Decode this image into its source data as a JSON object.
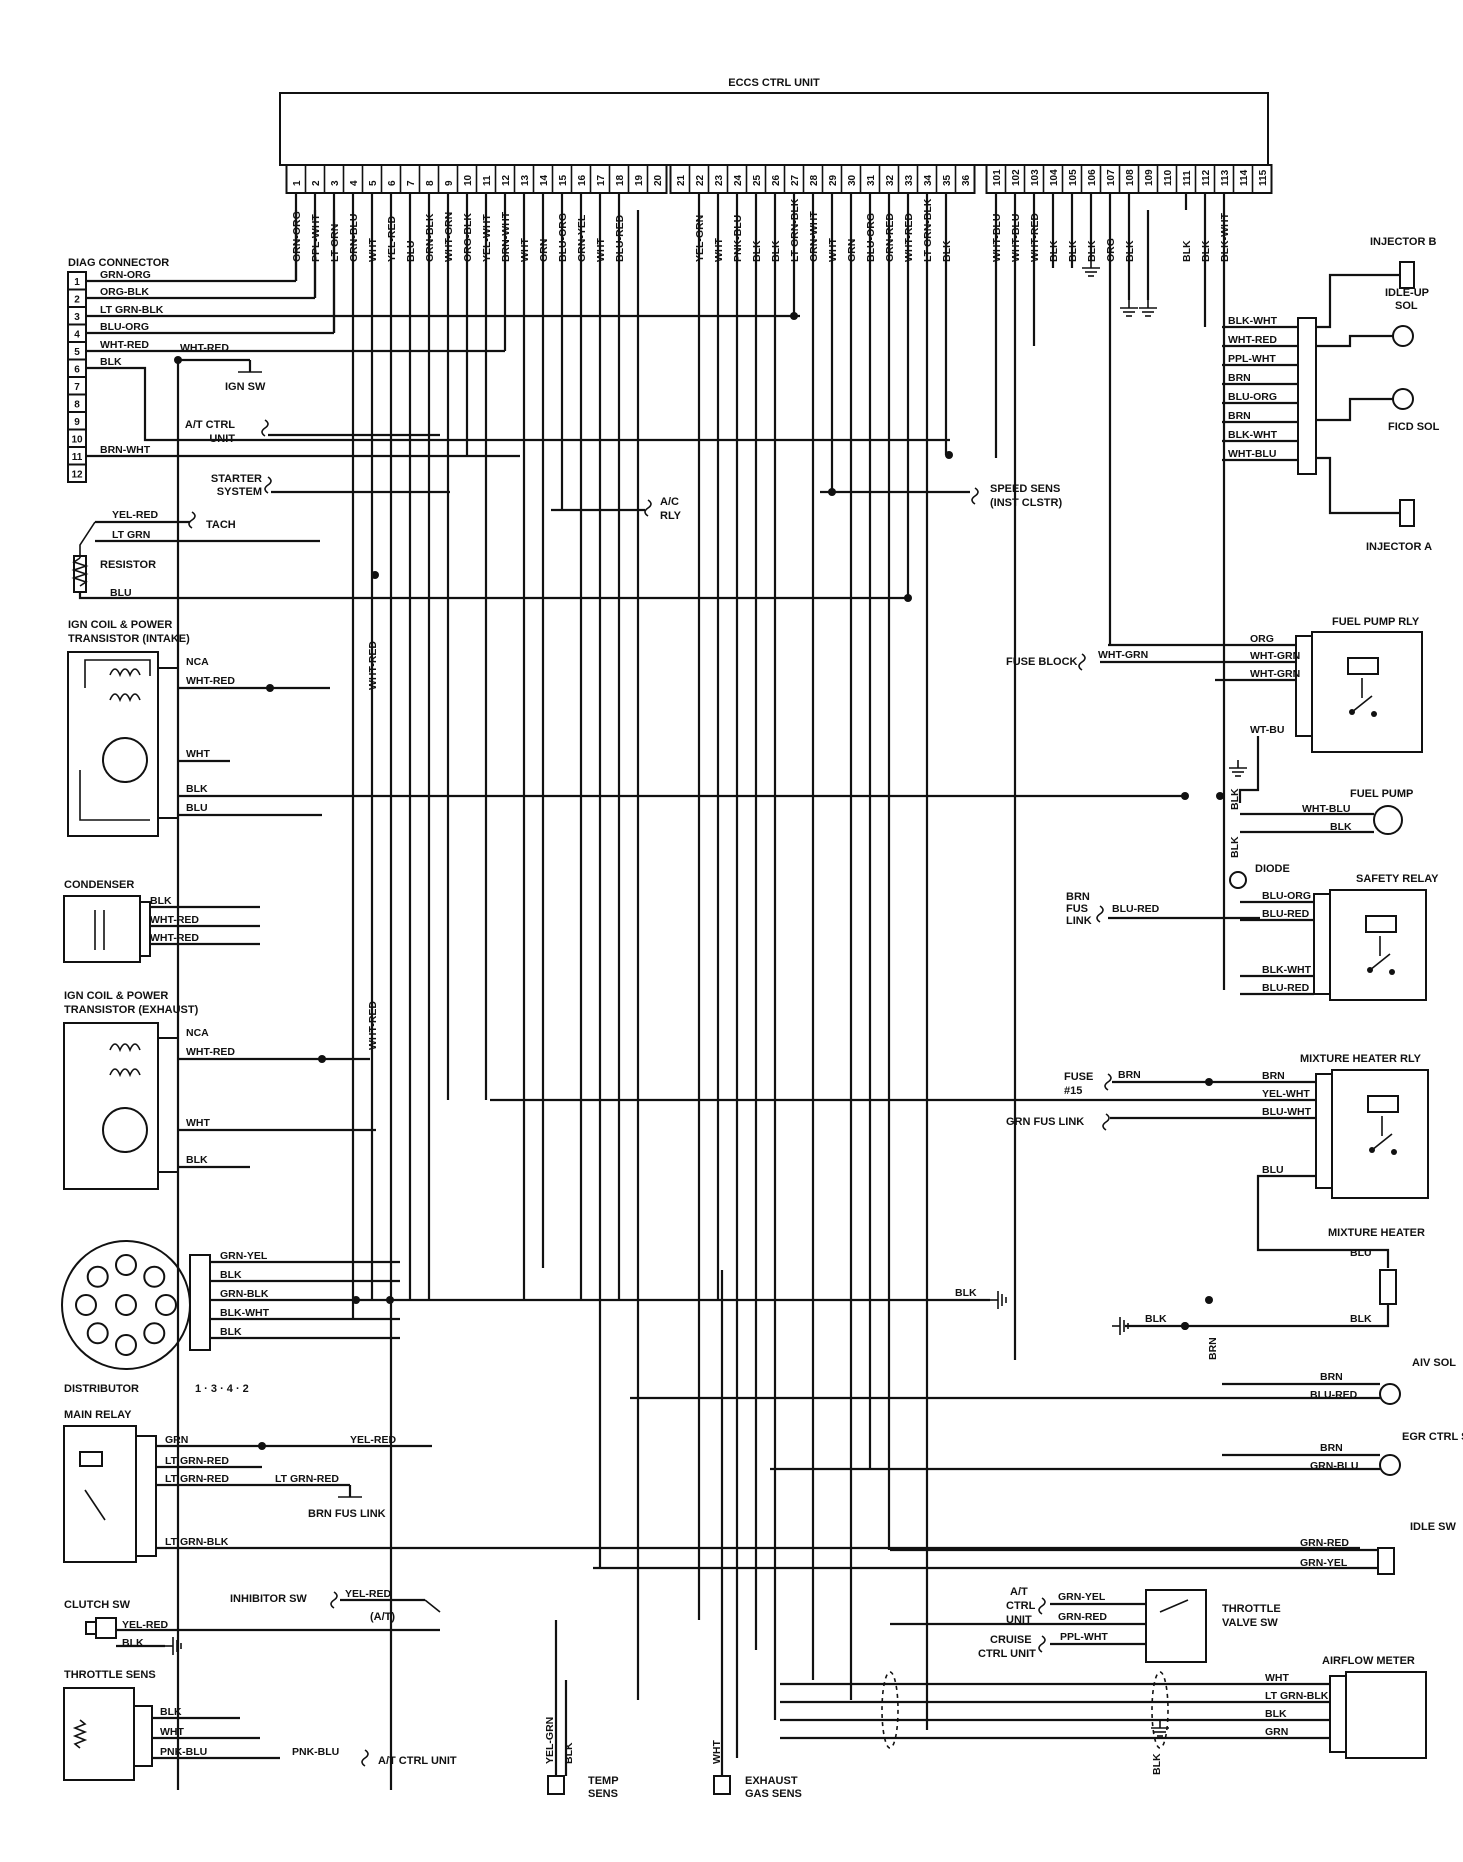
{
  "ecu": {
    "title": "ECCS CTRL UNIT",
    "pins": [
      {
        "num": "1",
        "wire": "GRN-ORG"
      },
      {
        "num": "2",
        "wire": "PPL-WHT"
      },
      {
        "num": "3",
        "wire": "LT GRN"
      },
      {
        "num": "4",
        "wire": "GRN-BLU"
      },
      {
        "num": "5",
        "wire": "WHT"
      },
      {
        "num": "6",
        "wire": "YEL-RED"
      },
      {
        "num": "7",
        "wire": "BLU"
      },
      {
        "num": "8",
        "wire": "GRN-BLK"
      },
      {
        "num": "9",
        "wire": "WHT-GRN"
      },
      {
        "num": "10",
        "wire": "ORG-BLK"
      },
      {
        "num": "11",
        "wire": "YEL-WHT"
      },
      {
        "num": "12",
        "wire": "BRN-WHT"
      },
      {
        "num": "13",
        "wire": "WHT"
      },
      {
        "num": "14",
        "wire": "GRN"
      },
      {
        "num": "15",
        "wire": "BLU-ORG"
      },
      {
        "num": "16",
        "wire": "GRN-YEL"
      },
      {
        "num": "17",
        "wire": "WHT"
      },
      {
        "num": "18",
        "wire": "BLU-RED"
      },
      {
        "num": "19",
        "wire": ""
      },
      {
        "num": "20",
        "wire": ""
      },
      {
        "num": "21",
        "wire": ""
      },
      {
        "num": "22",
        "wire": "YEL-GRN"
      },
      {
        "num": "23",
        "wire": "WHT"
      },
      {
        "num": "24",
        "wire": "PNK-BLU"
      },
      {
        "num": "25",
        "wire": "BLK"
      },
      {
        "num": "26",
        "wire": "BLK"
      },
      {
        "num": "27",
        "wire": "LT GRN-BLK"
      },
      {
        "num": "28",
        "wire": "GRN-WHT"
      },
      {
        "num": "29",
        "wire": "WHT"
      },
      {
        "num": "30",
        "wire": "GRN"
      },
      {
        "num": "31",
        "wire": "BLU-ORG"
      },
      {
        "num": "32",
        "wire": "GRN-RED"
      },
      {
        "num": "33",
        "wire": "WHT-RED"
      },
      {
        "num": "34",
        "wire": "LT GRN-BLK"
      },
      {
        "num": "35",
        "wire": "BLK"
      },
      {
        "num": "36",
        "wire": ""
      },
      {
        "num": "101",
        "wire": "WHT-BLU"
      },
      {
        "num": "102",
        "wire": "WHT-BLU"
      },
      {
        "num": "103",
        "wire": "WHT-RED"
      },
      {
        "num": "104",
        "wire": "BLK"
      },
      {
        "num": "105",
        "wire": "BLK"
      },
      {
        "num": "106",
        "wire": "BLK"
      },
      {
        "num": "107",
        "wire": "ORG"
      },
      {
        "num": "108",
        "wire": "BLK"
      },
      {
        "num": "109",
        "wire": ""
      },
      {
        "num": "110",
        "wire": ""
      },
      {
        "num": "111",
        "wire": "BLK"
      },
      {
        "num": "112",
        "wire": "BLK"
      },
      {
        "num": "113",
        "wire": "BLK-WHT"
      },
      {
        "num": "114",
        "wire": ""
      },
      {
        "num": "115",
        "wire": ""
      }
    ]
  },
  "diag": {
    "title": "DIAG CONNECTOR",
    "terms": [
      "1",
      "2",
      "3",
      "4",
      "5",
      "6",
      "7",
      "8",
      "9",
      "10",
      "11",
      "12"
    ],
    "wires": [
      {
        "term": "1",
        "wire": "GRN-ORG"
      },
      {
        "term": "2",
        "wire": "ORG-BLK"
      },
      {
        "term": "3",
        "wire": "LT GRN-BLK"
      },
      {
        "term": "4",
        "wire": "BLU-ORG"
      },
      {
        "term": "5",
        "wire": "WHT-RED"
      },
      {
        "term": "6",
        "wire": "BLK"
      },
      {
        "term": "11",
        "wire": "BRN-WHT"
      }
    ],
    "ign_wire": "WHT-RED",
    "ign_sw": "IGN SW"
  },
  "left_refs": {
    "at_ctrl": [
      "A/T CTRL",
      "UNIT"
    ],
    "starter": [
      "STARTER",
      "SYSTEM"
    ],
    "tach_wire": "YEL-RED",
    "tach": "TACH",
    "lt_grn": "LT GRN",
    "resistor": "RESISTOR",
    "blu": "BLU",
    "ac_rly": [
      "A/C",
      "RLY"
    ],
    "speed_sens": [
      "SPEED SENS",
      "(INST CLSTR)"
    ]
  },
  "coil_intake": {
    "title": [
      "IGN COIL & POWER",
      "TRANSISTOR (INTAKE)"
    ],
    "wires": [
      "NCA",
      "WHT-RED",
      "WHT",
      "BLK",
      "BLU"
    ],
    "vertical": "WHT-RED"
  },
  "condenser": {
    "title": "CONDENSER",
    "wires": [
      "BLK",
      "WHT-RED",
      "WHT-RED"
    ]
  },
  "coil_exhaust": {
    "title": [
      "IGN COIL & POWER",
      "TRANSISTOR (EXHAUST)"
    ],
    "wires": [
      "NCA",
      "WHT-RED",
      "WHT",
      "BLK"
    ],
    "vertical": "WHT-RED"
  },
  "distributor": {
    "title": "DISTRIBUTOR",
    "order": "1 · 3 · 4 · 2",
    "wires": [
      "GRN-YEL",
      "BLK",
      "GRN-BLK",
      "BLK-WHT",
      "BLK"
    ],
    "ground_wire": "BLK"
  },
  "main_relay": {
    "title": "MAIN RELAY",
    "wires": [
      "GRN",
      "LT GRN-RED",
      "LT GRN-RED",
      "LT GRN-BLK"
    ],
    "yel_red": "YEL-RED",
    "lt_grn_red": "LT GRN-RED",
    "fus_link": "BRN FUS LINK"
  },
  "inhibitor": {
    "title": "INHIBITOR SW",
    "wire": "YEL-RED",
    "note": "(A/T)"
  },
  "clutch": {
    "title": "CLUTCH SW",
    "wires": [
      "YEL-RED",
      "BLK"
    ]
  },
  "throttle_sens": {
    "title": "THROTTLE SENS",
    "wires": [
      "BLK",
      "WHT",
      "PNK-BLU"
    ],
    "pnk_blu": "PNK-BLU",
    "at_ctrl": "A/T CTRL UNIT"
  },
  "temp_sens": {
    "title": [
      "TEMP",
      "SENS"
    ],
    "wires": [
      "YEL-GRN",
      "BLK"
    ]
  },
  "exhaust_sens": {
    "title": [
      "EXHAUST",
      "GAS SENS"
    ],
    "wire": "WHT"
  },
  "injector_b": "INJECTOR B",
  "injector_a": "INJECTOR A",
  "idle_up": [
    "IDLE-UP",
    "SOL"
  ],
  "ficd": "FICD SOL",
  "right_bus_wires": [
    "BLK-WHT",
    "WHT-RED",
    "PPL-WHT",
    "BRN",
    "BLU-ORG",
    "BRN",
    "BLK-WHT",
    "WHT-BLU"
  ],
  "fuel_pump_rly": {
    "title": "FUEL PUMP RLY",
    "wires": [
      "ORG",
      "WHT-GRN",
      "WHT-GRN",
      "WT-BU"
    ],
    "fuse_block": "FUSE BLOCK",
    "fuse_wire": "WHT-GRN"
  },
  "fuel_pump": {
    "title": "FUEL PUMP",
    "wires": [
      "WHT-BLU",
      "BLK"
    ],
    "blk": "BLK"
  },
  "diode": "DIODE",
  "safety_relay": {
    "title": "SAFETY RELAY",
    "wires": [
      "BLU-ORG",
      "BLU-RED",
      "BLK-WHT",
      "BLU-RED"
    ],
    "fus_link": [
      "BRN",
      "FUS",
      "LINK"
    ],
    "blu_red": "BLU-RED",
    "blk": "BLK"
  },
  "mixture_heater_rly": {
    "title": "MIXTURE HEATER RLY",
    "wires": [
      "BRN",
      "YEL-WHT",
      "BLU-WHT",
      "BLU"
    ],
    "fuse": [
      "FUSE",
      "#15"
    ],
    "fuse_wire": "BRN",
    "grn_fus_link": "GRN FUS LINK"
  },
  "mixture_heater": {
    "title": "MIXTURE HEATER",
    "wires": [
      "BLU",
      "BLK"
    ],
    "ground_wire": "BLK"
  },
  "aiv_sol": {
    "title": "AIV SOL",
    "wires": [
      "BRN",
      "BLU-RED"
    ],
    "vertical": "BRN"
  },
  "egr_sol": {
    "title": "EGR CTRL SOL",
    "wires": [
      "BRN",
      "GRN-BLU"
    ]
  },
  "idle_sw": {
    "title": "IDLE SW",
    "wires": [
      "GRN-RED",
      "GRN-YEL"
    ]
  },
  "throttle_valve": {
    "title": [
      "THROTTLE",
      "VALVE SW"
    ],
    "at_ctrl": [
      "A/T",
      "CTRL",
      "UNIT"
    ],
    "cruise": [
      "CRUISE",
      "CTRL UNIT"
    ],
    "wires": [
      "GRN-YEL",
      "GRN-RED",
      "PPL-WHT"
    ]
  },
  "airflow": {
    "title": "AIRFLOW METER",
    "wires": [
      "WHT",
      "LT GRN-BLK",
      "BLK",
      "GRN"
    ],
    "ground_wire": "BLK"
  }
}
